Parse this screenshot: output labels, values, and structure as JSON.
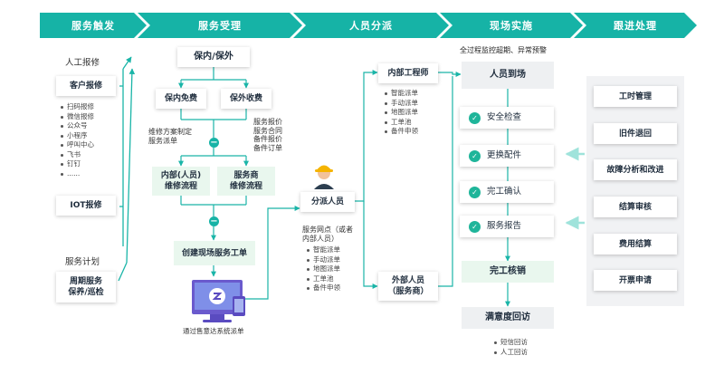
{
  "phases": [
    "服务触发",
    "服务受理",
    "人员分派",
    "现场实施",
    "跟进处理"
  ],
  "trigger": {
    "manual_label": "人工报修",
    "customer_report": "客户报修",
    "channels": [
      "扫码报修",
      "微信报修",
      "公众号",
      "小程序",
      "呼叫中心",
      "飞书",
      "钉钉",
      "......"
    ],
    "iot_report": "IOT报修",
    "plan_label": "服务计划",
    "periodic": "周期服务\n保养/巡检"
  },
  "accept": {
    "warranty": "保内/保外",
    "in_free": "保内免费",
    "out_paid": "保外收费",
    "in_note": "维修方案制定\n服务派单",
    "out_note": "服务报价\n服务合同\n备件报价\n备件订单",
    "internal_flow": "内部(人员)\n维修流程",
    "vendor_flow": "服务商\n维修流程",
    "create_order": "创建现场服务工单",
    "system_caption": "通过售意达系统派单"
  },
  "dispatch": {
    "internal_engineer": "内部工程师",
    "engineer_methods": [
      "智能派单",
      "手动派单",
      "地图派单",
      "工单池",
      "备件申领"
    ],
    "dispatcher": "分派人员",
    "network_note": "服务网点（或者\n内部人员）",
    "dispatch_methods": [
      "智能派单",
      "手动派单",
      "地图派单",
      "工单池",
      "备件申领"
    ],
    "external": "外部人员\n（服务商）"
  },
  "onsite": {
    "monitor_note": "全过程监控超期、异常预警",
    "arrive": "人员到场",
    "steps": [
      "安全检查",
      "更换配件",
      "完工确认",
      "服务报告"
    ],
    "verify": "完工核销",
    "survey": "满意度回访",
    "survey_methods": [
      "短信回访",
      "人工回访"
    ]
  },
  "followup": {
    "items": [
      "工时管理",
      "旧件退回",
      "故障分析和改进",
      "结算审核",
      "费用结算",
      "开票申请"
    ]
  },
  "colors": {
    "teal": "#16b3a6",
    "teal_light": "#4fcdc2",
    "check": "#1fb59a",
    "arrow": "#1ab5a8"
  }
}
